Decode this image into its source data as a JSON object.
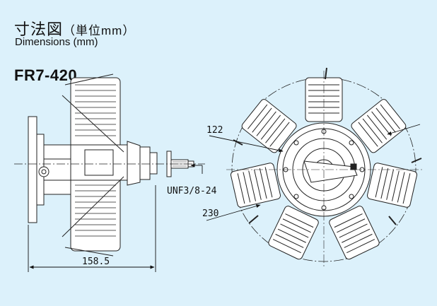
{
  "header": {
    "title_jp": "寸法図",
    "title_jp_unit": "（単位mm）",
    "title_en": "Dimensions (mm)",
    "model": "FR7-420"
  },
  "dimensions": {
    "length": "158.5",
    "mount_diameter": "122",
    "overall_diameter": "230",
    "thread": "UNF3/8-24"
  }
}
